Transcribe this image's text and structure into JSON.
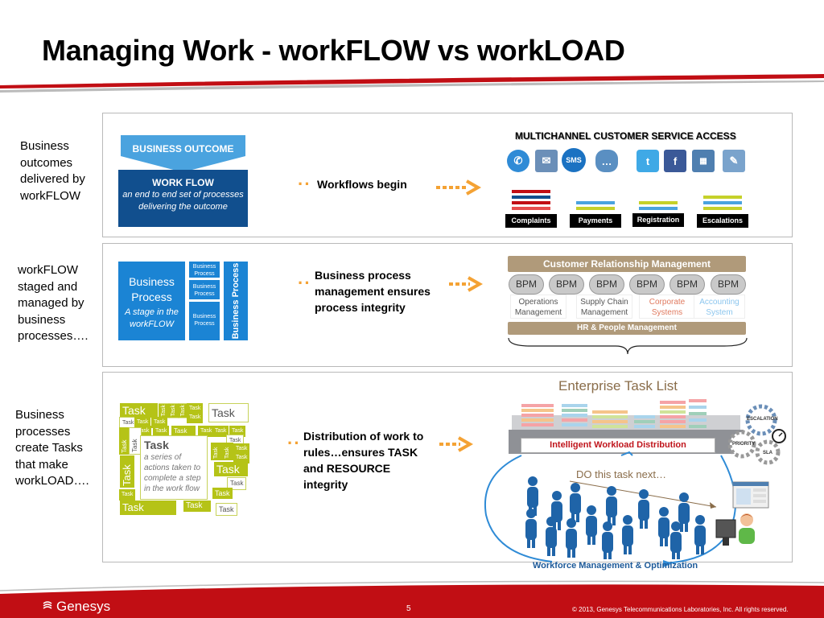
{
  "title": "Managing Work - workFLOW vs workLOAD",
  "row1": {
    "label": "Business outcomes delivered by workFLOW",
    "business_outcome": "BUSINESS OUTCOME",
    "work_flow_title": "WORK FLOW",
    "work_flow_sub": "an end to end set of processes delivering the outcome",
    "mid_text": "Workflows begin",
    "channels_title": "MULTICHANNEL CUSTOMER SERVICE ACCESS",
    "channel_icons": [
      "phone-icon",
      "email-icon",
      "sms-icon",
      "chat-icon",
      "twitter-icon",
      "facebook-icon",
      "calculator-icon",
      "web-form-icon"
    ],
    "sms_label": "SMS",
    "trays": [
      "Complaints",
      "Payments",
      "Registration",
      "Escalations"
    ],
    "colors": {
      "dark_blue": "#114f8e",
      "light_blue": "#4aa3df",
      "accent_orange": "#f4a234"
    }
  },
  "row2": {
    "label": "workFLOW staged and managed by business processes….",
    "bp_title": "Business Process",
    "bp_sub": "A stage in the workFLOW",
    "bp_small": [
      "Business Process",
      "Business Process",
      "Business Process"
    ],
    "bp_vertical": "Business Process",
    "mid_text": "Business process management ensures process integrity",
    "crm": "Customer Relationship Management",
    "bpm": [
      "BPM",
      "BPM",
      "BPM",
      "BPM",
      "BPM",
      "BPM"
    ],
    "systems": [
      "Operations Management",
      "Supply Chain Management",
      "Corporate Systems",
      "Accounting System"
    ],
    "hr": "HR & People Management"
  },
  "row3": {
    "label": "Business processes create Tasks that make workLOAD….",
    "task_word": "Task",
    "task_card_title": "Task",
    "task_card_sub": "a series of actions taken to complete a step in the work flow",
    "mid_text": "Distribution of work to rules…ensures TASK and RESOURCE integrity",
    "etl": "Enterprise Task List",
    "iwd": "Intelligent Workload Distribution",
    "do_task": "DO this task next…",
    "wmo": "Workforce Management & Optimization",
    "gears": [
      "ESCALATION",
      "PRIORITY",
      "SLA"
    ]
  },
  "footer": {
    "brand": "Genesys",
    "page": "5",
    "copyright": "© 2013, Genesys Telecommunications Laboratories, Inc. All rights reserved."
  }
}
